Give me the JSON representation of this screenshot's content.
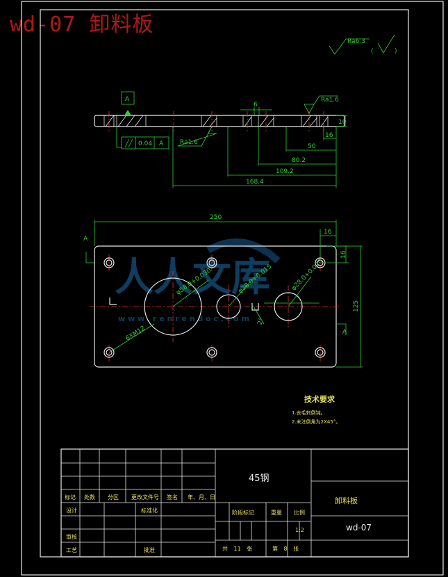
{
  "title": "wd-07 卸料板",
  "surface_finish": {
    "general": "Ra6.3",
    "top_edge": "Ra1.6",
    "bottom_edge": "Ra1.6"
  },
  "datum": {
    "label": "A",
    "parallelism_tolerance": "0.04",
    "parallelism_datum": "A"
  },
  "section_dims": {
    "d6": "6",
    "d16": "16",
    "d10": "10",
    "d50": "50",
    "d80": "80.2",
    "d109": "109.2",
    "d168": "168.4"
  },
  "plan_dims": {
    "width": "250",
    "edge_16_top": "16",
    "edge_16_side": "16",
    "height": "125",
    "big_hole": "φ58.0+0.030",
    "mid_hole": "φ28.0+0.015",
    "small_hole": "φ28.0+0.020",
    "screw_holes": "6XM12",
    "angle": "2°"
  },
  "section_mark": {
    "label_left": "A",
    "label_right": "A"
  },
  "tech_requirements": {
    "heading": "技术要求",
    "lines": [
      "1.去毛刺倒钝。",
      "2.未注倒角为2X45°。"
    ]
  },
  "title_block": {
    "material": "45钢",
    "part_name": "卸料板",
    "drawing_no": "wd-07",
    "revision_headers": [
      "标记",
      "处数",
      "分区",
      "更改文件号",
      "签名",
      "年、月、日"
    ],
    "roles": [
      "设计",
      "审核",
      "工艺"
    ],
    "role_right": [
      "标准化",
      "批准"
    ],
    "stage_headers": [
      "阶段标记",
      "重量",
      "比例"
    ],
    "scale": "1:2",
    "sheets_total": "共 11 张",
    "sheet_no": "第 8 张"
  },
  "watermark": {
    "text": "人人文库",
    "url": "w w w . r e n r e n d o c . c o m"
  }
}
